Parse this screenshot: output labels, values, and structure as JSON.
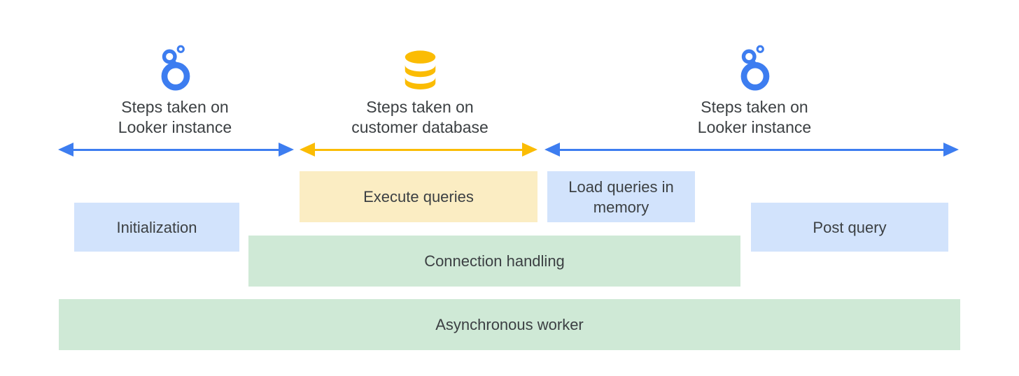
{
  "palette": {
    "blue": "#3D7DF0",
    "yellow": "#FBBC04",
    "light_blue": "#D2E3FC",
    "light_yellow": "#FBEDC3",
    "light_green": "#CFE9D6",
    "text_dark": "#3C4043"
  },
  "sections": {
    "looker_left": {
      "line1": "Steps taken on",
      "line2": "Looker instance"
    },
    "customer_db": {
      "line1": "Steps taken on",
      "line2": "customer database"
    },
    "looker_right": {
      "line1": "Steps taken on",
      "line2": "Looker instance"
    }
  },
  "icons": {
    "looker_left": "looker-logo-icon",
    "customer_db": "database-icon",
    "looker_right": "looker-logo-icon"
  },
  "boxes": {
    "initialization": {
      "label": "Initialization"
    },
    "execute_queries": {
      "label": "Execute queries"
    },
    "load_queries_in_memory": {
      "label": "Load queries in memory"
    },
    "connection_handling": {
      "label": "Connection handling"
    },
    "post_query": {
      "label": "Post query"
    },
    "asynchronous_worker": {
      "label": "Asynchronous worker"
    }
  }
}
